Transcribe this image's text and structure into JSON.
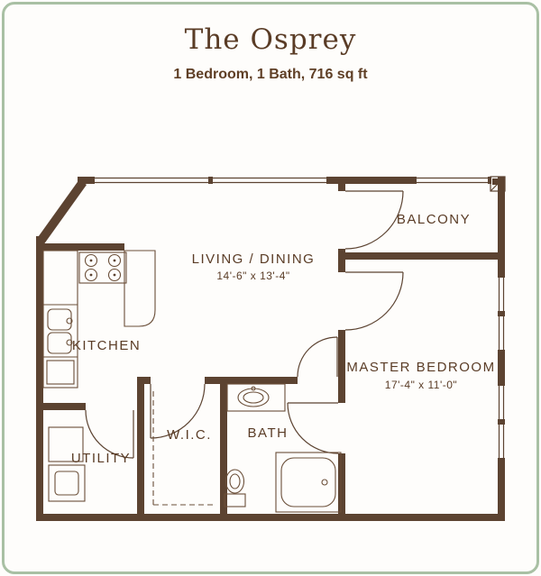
{
  "title": "The Osprey",
  "subtitle": "1 Bedroom, 1 Bath, 716 sq ft",
  "rooms": {
    "balcony": {
      "name": "BALCONY"
    },
    "living_dining": {
      "name": "LIVING / DINING",
      "dimensions": "14'-6\" x 13'-4\""
    },
    "kitchen": {
      "name": "KITCHEN"
    },
    "master_bedroom": {
      "name": "MASTER BEDROOM",
      "dimensions": "17'-4\" x 11'-0\""
    },
    "wic": {
      "name": "W.I.C."
    },
    "bath": {
      "name": "BATH"
    },
    "utility": {
      "name": "UTILITY"
    }
  },
  "colors": {
    "ink": "#5c4331",
    "border": "#a9c0a4",
    "text": "#5a3c26"
  }
}
